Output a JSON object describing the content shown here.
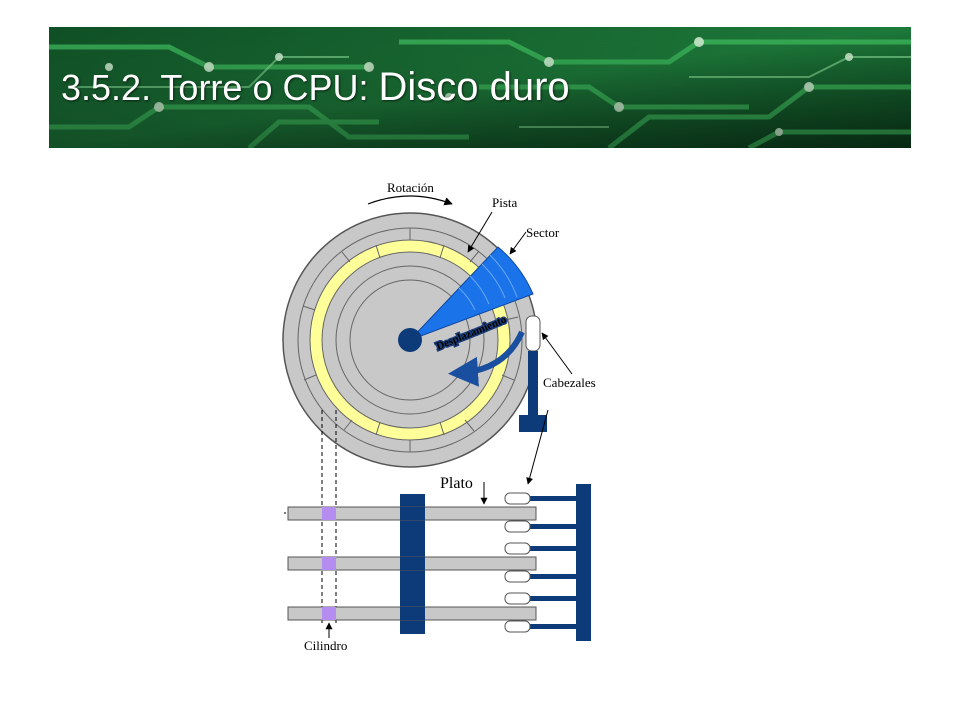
{
  "title": {
    "part1": "3.5.2. Torre o CPU: ",
    "part2": "Disco duro"
  },
  "diagram": {
    "labels": {
      "rotation": "Rotación",
      "track": "Pista",
      "sector": "Sector",
      "displacement": "Desplazamiento",
      "heads": "Cabezales",
      "platter": "Plato",
      "cylinder": "Cilindro"
    }
  },
  "colors": {
    "banner_green": "#1d7a3a",
    "disk_gray": "#c8c8c8",
    "track_yellow": "#ffff99",
    "sector_blue": "#1a73e8",
    "arm_navy": "#0d3b7a",
    "cylinder_violet": "#b58cf0"
  }
}
